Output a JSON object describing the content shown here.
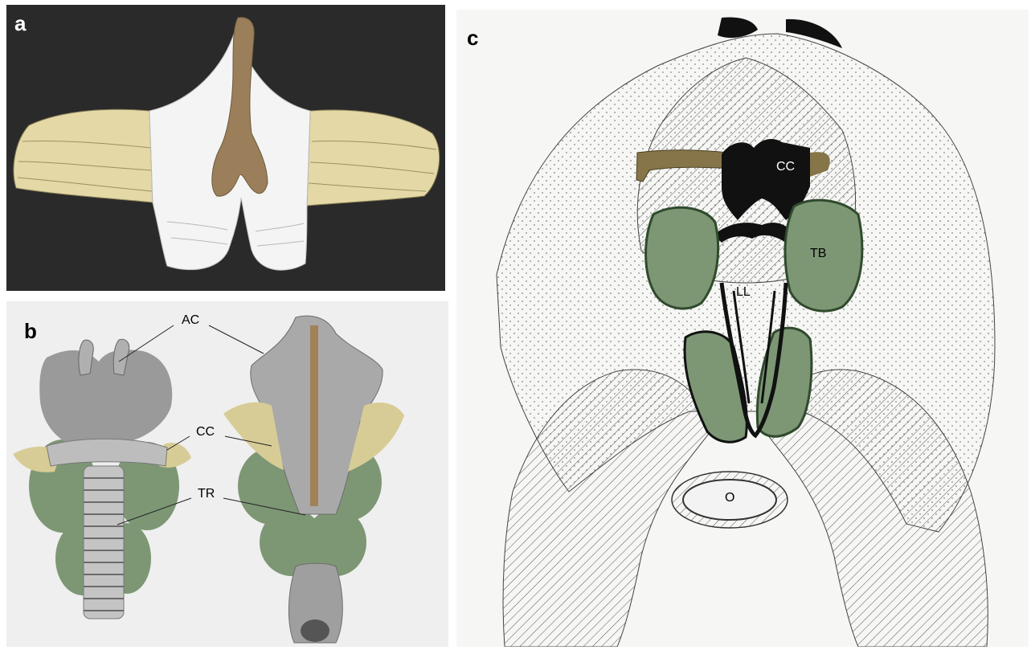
{
  "panels": {
    "a": {
      "label": "a"
    },
    "b": {
      "label": "b",
      "labels": {
        "ac": "AC",
        "cc": "CC",
        "tr": "TR"
      }
    },
    "c": {
      "label": "c",
      "labels": {
        "cc": "CC",
        "tb": "TB",
        "ll": "LL",
        "o": "O"
      }
    }
  },
  "colors": {
    "dark_background": "#2a2a2a",
    "tan_wing": "#e3d8a6",
    "brown_cartilage": "#9a7f5a",
    "green_tissue": "#7d9775",
    "olive_cartilage": "#857548",
    "black_fill": "#111111"
  }
}
